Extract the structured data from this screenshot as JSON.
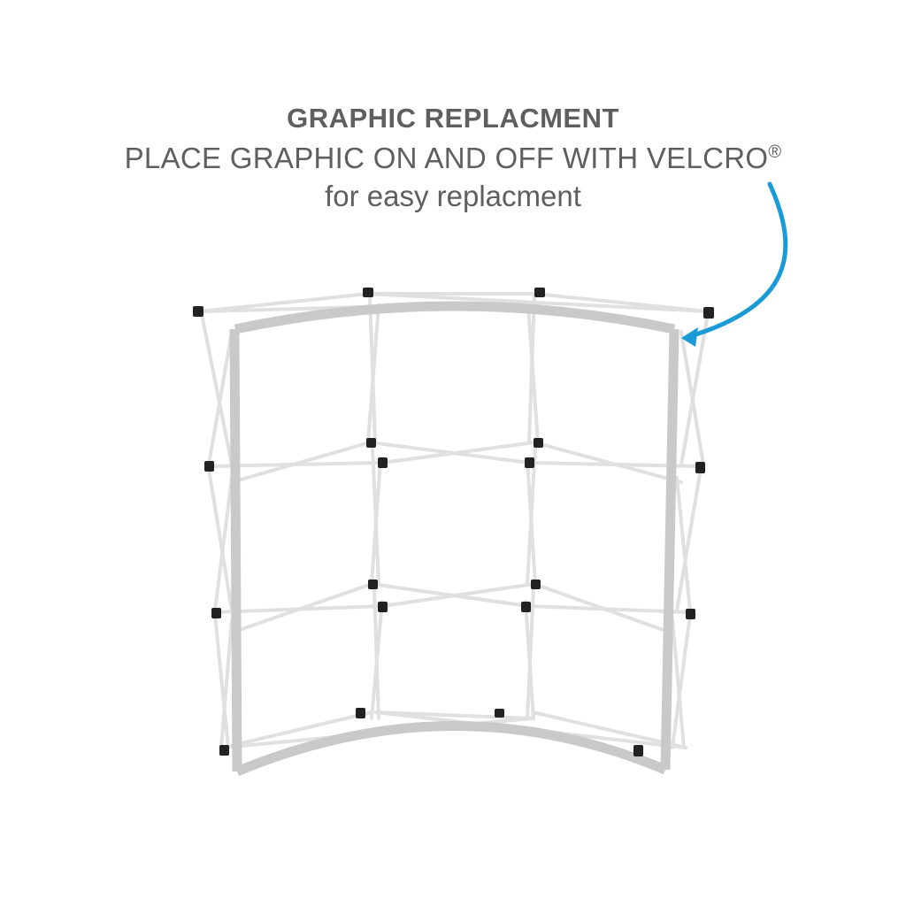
{
  "annotation": {
    "title": "GRAPHIC REPLACMENT",
    "subtitle": "PLACE GRAPHIC ON AND OFF  WITH VELCRO",
    "subtitle_mark": "®",
    "note": "for easy replacment",
    "text_color": "#5f5f5f"
  },
  "arrow": {
    "color": "#1a9ad6",
    "icon": "curved-arrow-icon",
    "points_to": "frame-top-right-corner"
  },
  "illustration": {
    "subject": "curved pop-up display frame",
    "frame_color": "#c8c8c8",
    "strut_color": "#dedede",
    "connector_color": "#222222"
  }
}
